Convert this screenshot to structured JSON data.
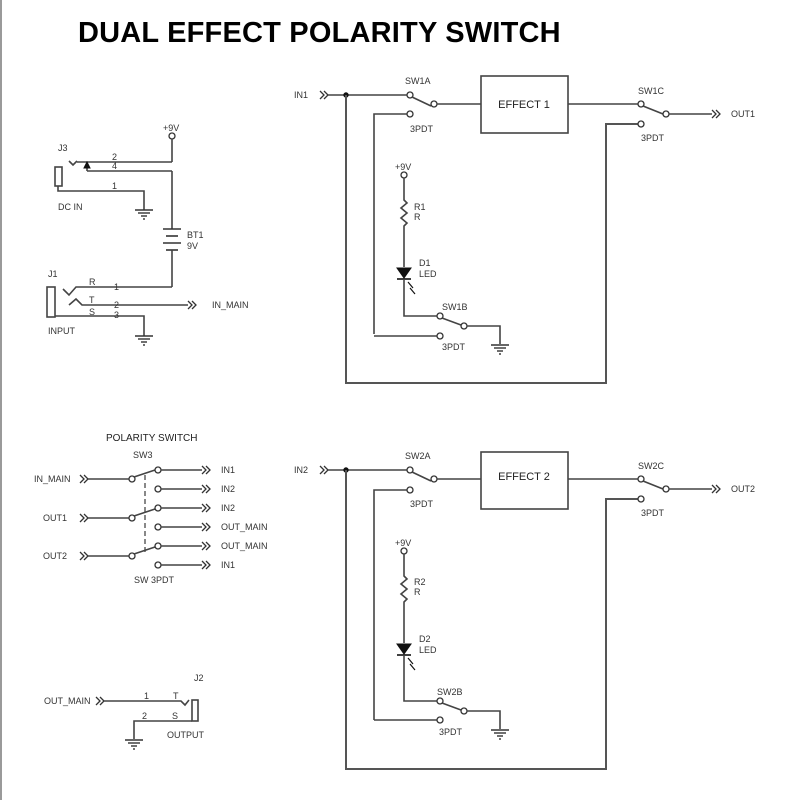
{
  "title": "DUAL EFFECT POLARITY SWITCH",
  "power_section": {
    "j3": {
      "ref": "J3",
      "name": "DC IN",
      "pins": [
        "2",
        "4",
        "1"
      ]
    },
    "supply_label": "+9V",
    "bt1": {
      "ref": "BT1",
      "value": "9V"
    },
    "j1": {
      "ref": "J1",
      "name": "INPUT",
      "pin_letters": [
        "R",
        "T",
        "S"
      ],
      "pins": [
        "1",
        "2",
        "3"
      ]
    },
    "net_out": "IN_MAIN"
  },
  "effect1": {
    "net_in": "IN1",
    "sw_a": {
      "ref": "SW1A",
      "type": "3PDT"
    },
    "effect_label": "EFFECT 1",
    "sw_c": {
      "ref": "SW1C",
      "type": "3PDT"
    },
    "net_out": "OUT1",
    "supply_label": "+9V",
    "resistor": {
      "ref": "R1",
      "value": "R"
    },
    "led": {
      "ref": "D1",
      "value": "LED"
    },
    "sw_b": {
      "ref": "SW1B",
      "type": "3PDT"
    }
  },
  "effect2": {
    "net_in": "IN2",
    "sw_a": {
      "ref": "SW2A",
      "type": "3PDT"
    },
    "effect_label": "EFFECT 2",
    "sw_c": {
      "ref": "SW2C",
      "type": "3PDT"
    },
    "net_out": "OUT2",
    "supply_label": "+9V",
    "resistor": {
      "ref": "R2",
      "value": "R"
    },
    "led": {
      "ref": "D2",
      "value": "LED"
    },
    "sw_b": {
      "ref": "SW2B",
      "type": "3PDT"
    }
  },
  "polarity_switch": {
    "heading": "POLARITY SWITCH",
    "ref": "SW3",
    "type_label": "SW 3PDT",
    "inputs": [
      "IN_MAIN",
      "OUT1",
      "OUT2"
    ],
    "outputs": [
      "IN1",
      "IN2",
      "IN2",
      "OUT_MAIN",
      "OUT_MAIN",
      "IN1"
    ]
  },
  "output_section": {
    "net_in": "OUT_MAIN",
    "j2": {
      "ref": "J2",
      "name": "OUTPUT",
      "pin_letters": [
        "T",
        "S"
      ],
      "pins": [
        "1",
        "2"
      ]
    }
  }
}
